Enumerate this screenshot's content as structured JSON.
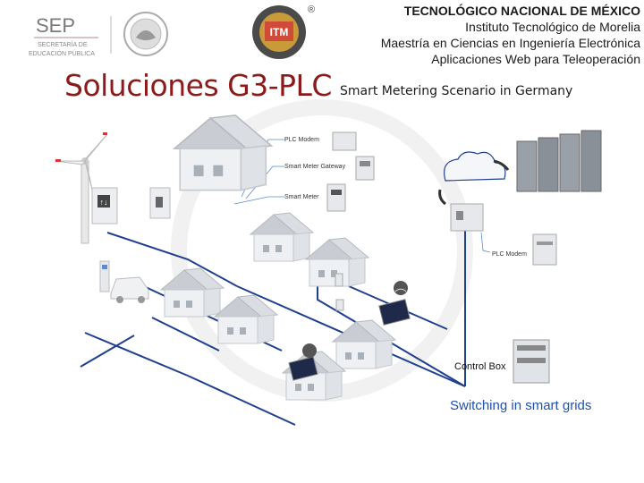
{
  "header": {
    "line1": "TECNOLÓGICO NACIONAL DE MÉXICO",
    "line2": "Instituto Tecnológico de Morelia",
    "line3": "Maestría en Ciencias en Ingeniería Electrónica",
    "line4": "Aplicaciones Web para Teleoperación"
  },
  "logos": {
    "sep_name": "SEP",
    "sep_line1": "SECRETARÍA DE",
    "sep_line2": "EDUCACIÓN PÚBLICA",
    "itm_text": "ITM",
    "registered": "®"
  },
  "slide": {
    "title": "Soluciones G3-PLC",
    "subtitle": "Smart Metering Scenario in Germany"
  },
  "diagram": {
    "labels": {
      "plc_modem_top": "PLC Modem",
      "smart_meter_gateway": "Smart Meter Gateway",
      "smart_meter": "Smart Meter",
      "plc_modem_right": "PLC Modem",
      "control_box": "Control Box"
    },
    "caption": "Switching in smart grids",
    "colors": {
      "power_line": "#1f3f8f",
      "house_roof": "#c9ccd2",
      "house_wall": "#eef0f3",
      "caption": "#1f4fb0",
      "title": "#8b1a1a"
    }
  }
}
